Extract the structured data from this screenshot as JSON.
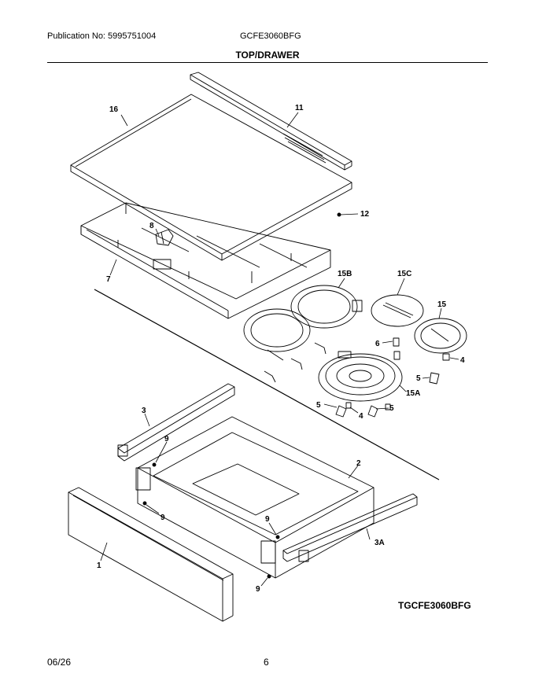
{
  "header": {
    "publication": "Publication No: 5995751004",
    "model": "GCFE3060BFG",
    "section_title": "TOP/DRAWER"
  },
  "callouts": {
    "c16": "16",
    "c11": "11",
    "c12": "12",
    "c8": "8",
    "c7": "7",
    "c15B": "15B",
    "c15C": "15C",
    "c15": "15",
    "c6": "6",
    "c4a": "4",
    "c5a": "5",
    "c15A": "15A",
    "c5b": "5",
    "c4b": "4",
    "c5c": "5",
    "c3": "3",
    "c9a": "9",
    "c2": "2",
    "c9b": "9",
    "c9c": "9",
    "c3A": "3A",
    "c1": "1",
    "c9d": "9"
  },
  "diagram_ref": "TGCFE3060BFG",
  "footer": {
    "date": "06/26",
    "page": "6"
  }
}
